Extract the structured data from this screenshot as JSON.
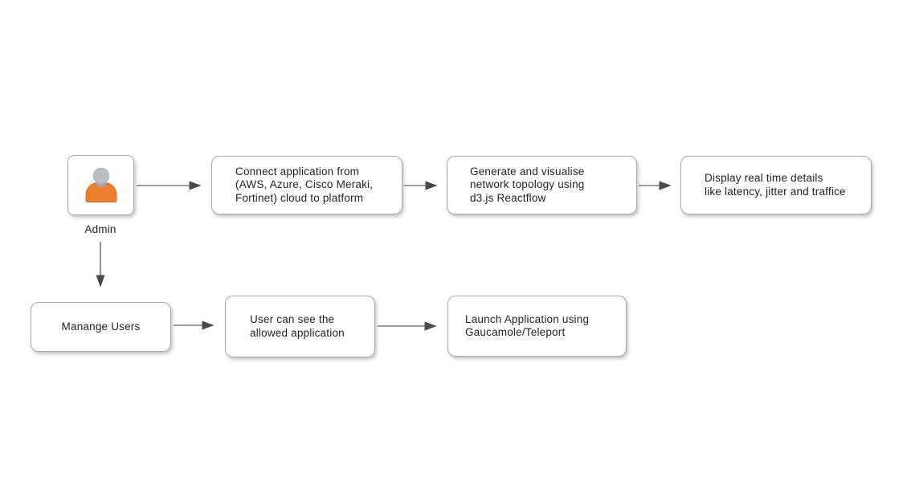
{
  "diagram": {
    "type": "flowchart",
    "background": "#ffffff",
    "colors": {
      "box_fill": "#ffffff",
      "box_border": "#a8a8a8",
      "arrow_line": "#7a7a7a",
      "arrow_head": "#4a4a4a",
      "text": "#1f1f1f",
      "admin_head": "#b9bec4",
      "admin_neck": "#a0a6ac",
      "admin_body": "#ed7d2e",
      "admin_body_outline": "#df6e1e"
    },
    "admin": {
      "label": "Admin",
      "icon": "person-icon"
    },
    "nodes": [
      {
        "id": "connect-application",
        "lines": [
          "Connect application from",
          "(AWS, Azure, Cisco Meraki,",
          "Fortinet) cloud to platform"
        ]
      },
      {
        "id": "network-topology",
        "lines": [
          "Generate and visualise",
          "network topology using",
          "d3.js Reactflow"
        ]
      },
      {
        "id": "realtime-details",
        "lines": [
          "Display real time details",
          "like latency, jitter and traffice"
        ]
      },
      {
        "id": "manage-users",
        "lines": [
          "Manange Users"
        ]
      },
      {
        "id": "allowed-application",
        "lines": [
          "User can see the",
          "allowed application"
        ]
      },
      {
        "id": "launch-application",
        "lines": [
          "Launch Application using",
          "Gaucamole/Teleport"
        ]
      }
    ],
    "edges": [
      {
        "from": "admin",
        "to": "connect-application"
      },
      {
        "from": "connect-application",
        "to": "network-topology"
      },
      {
        "from": "network-topology",
        "to": "realtime-details"
      },
      {
        "from": "admin",
        "to": "manage-users"
      },
      {
        "from": "manage-users",
        "to": "allowed-application"
      },
      {
        "from": "allowed-application",
        "to": "launch-application"
      }
    ]
  }
}
